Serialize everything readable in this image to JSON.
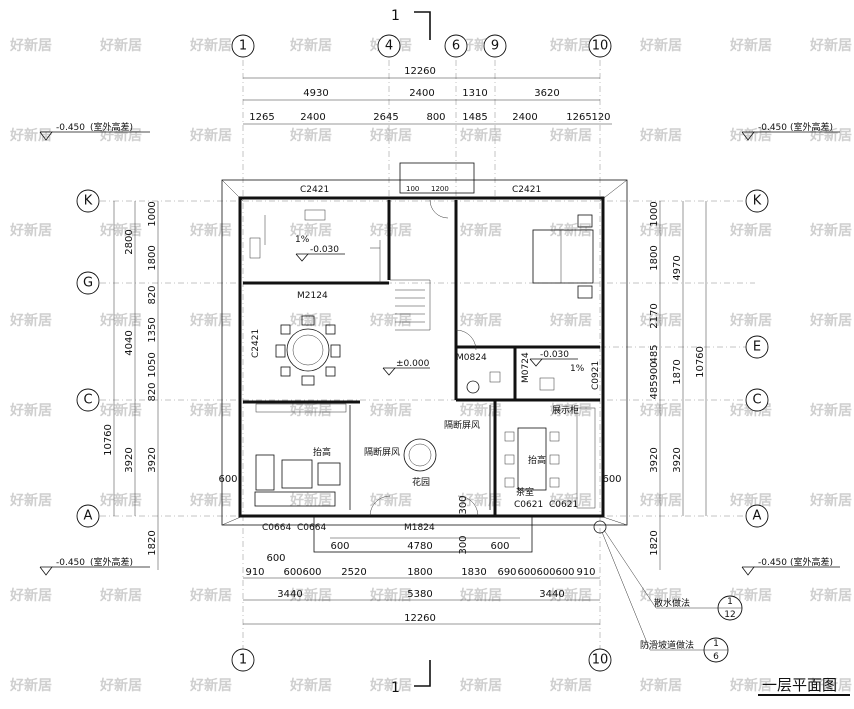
{
  "drawing_title": "一层平面图",
  "section_mark": "1",
  "watermark": "好新居",
  "axes_columns": {
    "c1": "1",
    "c4": "4",
    "c6": "6",
    "c9": "9",
    "c10": "10"
  },
  "axes_rows": {
    "K": "K",
    "G": "G",
    "E": "E",
    "C": "C",
    "A": "A"
  },
  "dims_top": {
    "total": "12260",
    "r2": [
      "4930",
      "2400",
      "1310",
      "3620"
    ],
    "r3": [
      "1265",
      "2400",
      "2645",
      "800",
      "1485",
      "2400",
      "1265",
      "120"
    ]
  },
  "dims_bottom": {
    "r1": [
      "910",
      "600",
      "600",
      "2520",
      "1800",
      "1830",
      "690",
      "600",
      "600",
      "600",
      "910"
    ],
    "r2": [
      "3440",
      "5380",
      "3440"
    ],
    "total": "12260",
    "entry": [
      "600",
      "4780",
      "600"
    ],
    "small": [
      "600",
      "300",
      "300"
    ]
  },
  "dims_left": {
    "outer": "10760",
    "mid": [
      "2800",
      "4040",
      "3920"
    ],
    "inner": [
      "1000",
      "1800",
      "820",
      "1350",
      "1050",
      "820",
      "3920"
    ],
    "apron": "1820",
    "side": "600"
  },
  "dims_right": {
    "outer": "10760",
    "mid": [
      "4970",
      "1870",
      "3920"
    ],
    "inner": [
      "1000",
      "1800",
      "2170",
      "485",
      "900",
      "485",
      "3920"
    ],
    "apron": "1820",
    "side": "600"
  },
  "levels": {
    "outside": "-0.450",
    "outside_note": "(室外高差)",
    "floor": "±0.000",
    "wet": "-0.030",
    "slope": "1%"
  },
  "openings": {
    "c2421a": "C2421",
    "c2421b": "C2421",
    "c2421c": "C2421",
    "m2124": "M2124",
    "m0824": "M0824",
    "m0724": "M0724",
    "c0921": "C0921",
    "c0664a": "C0664",
    "c0664b": "C0664",
    "m1824": "M1824",
    "c0621a": "C0621",
    "c0621b": "C0621",
    "door_small": [
      "1200",
      "100"
    ]
  },
  "rooms": {
    "screen_left": "隔断屏风",
    "screen_right": "隔断屏风",
    "raise_left": "抬高",
    "raise_right": "抬高",
    "garden": "花园",
    "tea": "茶室",
    "display": "展示柜"
  },
  "callouts": [
    {
      "text": "散水做法",
      "num": "1",
      "sheet": "12"
    },
    {
      "text": "防滑坡道做法",
      "num": "1",
      "sheet": "6"
    }
  ]
}
